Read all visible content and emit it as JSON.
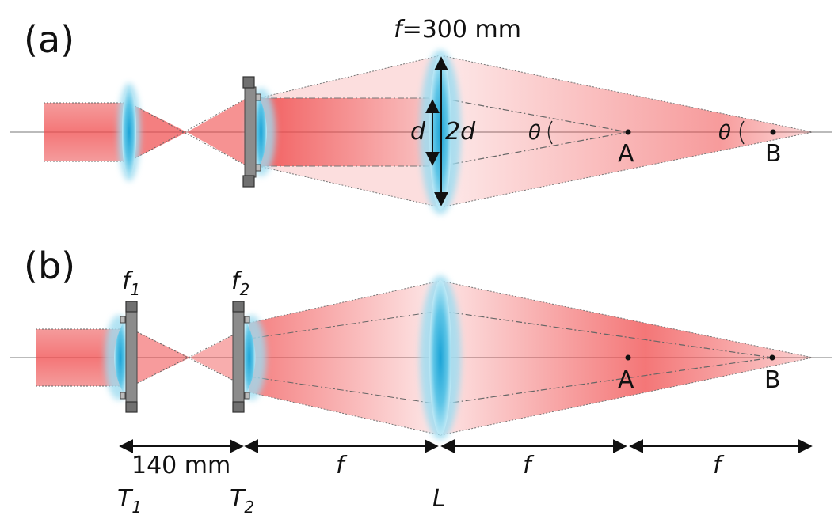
{
  "panel_a": {
    "label": "(a)",
    "focal_label_f": "f",
    "focal_label_rest": "=300 mm",
    "d_label": "d",
    "two_d_label": "2d",
    "theta_a": "θ",
    "theta_b": "θ",
    "point_a": "A",
    "point_b": "B"
  },
  "panel_b": {
    "label": "(b)",
    "f1_main": "f",
    "f1_sub": "1",
    "f2_main": "f",
    "f2_sub": "2",
    "point_a": "A",
    "point_b": "B"
  },
  "dimensions": {
    "distance_t1_t2": "140 mm",
    "f_label_1": "f",
    "f_label_2": "f",
    "f_label_3": "f",
    "t1_main": "T",
    "t1_sub": "1",
    "t2_main": "T",
    "t2_sub": "2",
    "l_label": "L"
  },
  "colors": {
    "beam": "#f0494a",
    "lens": "#1aa3d6",
    "lens_glow": "#9fdcf0",
    "mount": "#8c8c8c"
  }
}
